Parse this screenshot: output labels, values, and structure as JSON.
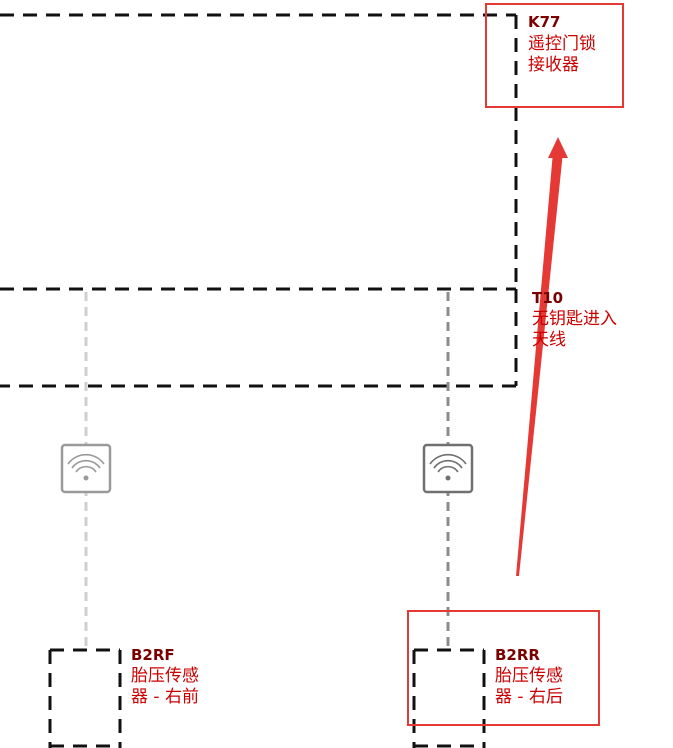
{
  "colors": {
    "component_code": "#7a0000",
    "component_desc": "#cc0000",
    "highlight": "#e53935",
    "dash_line": "#111111",
    "signal_line": "#c8c8c8",
    "signal_line_dark": "#8c8c8c"
  },
  "components": {
    "k77": {
      "code": "K77",
      "name_line1": "遥控门锁",
      "name_line2": "接收器"
    },
    "t10": {
      "code": "T10",
      "name_line1": "无钥匙进入",
      "name_line2": "天线"
    },
    "b2rf": {
      "code": "B2RF",
      "name_line1": "胎压传感",
      "name_line2": "器 - 右前"
    },
    "b2rr": {
      "code": "B2RR",
      "name_line1": "胎压传感",
      "name_line2": "器 - 右后"
    }
  },
  "icons": {
    "wireless_left": "wireless-signal-icon",
    "wireless_right": "wireless-signal-icon"
  }
}
